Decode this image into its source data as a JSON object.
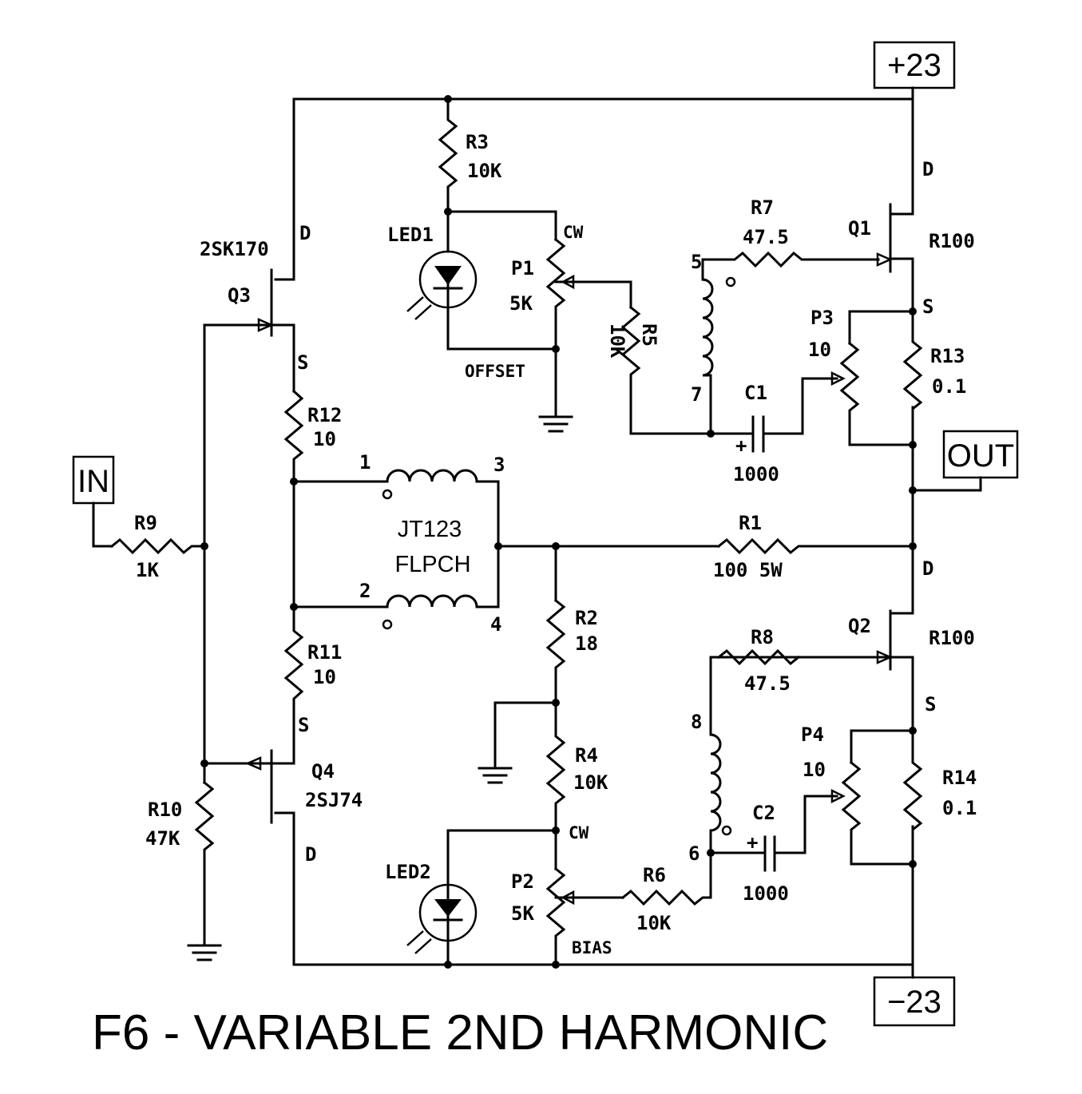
{
  "title": "F6 - VARIABLE 2ND HARMONIC",
  "rails": {
    "positive": "+23",
    "negative": "−23"
  },
  "ports": {
    "input": "IN",
    "output": "OUT"
  },
  "transformer": {
    "name": "JT123",
    "type": "FLPCH",
    "pins": [
      "1",
      "2",
      "3",
      "4",
      "5",
      "6",
      "7",
      "8"
    ]
  },
  "components": {
    "r1": {
      "ref": "R1",
      "value": "100 5W"
    },
    "r2": {
      "ref": "R2",
      "value": "18"
    },
    "r3": {
      "ref": "R3",
      "value": "10K"
    },
    "r4": {
      "ref": "R4",
      "value": "10K"
    },
    "r5": {
      "ref": "R5",
      "value": "10K"
    },
    "r6": {
      "ref": "R6",
      "value": "10K"
    },
    "r7": {
      "ref": "R7",
      "value": "47.5"
    },
    "r8": {
      "ref": "R8",
      "value": "47.5"
    },
    "r9": {
      "ref": "R9",
      "value": "1K"
    },
    "r10": {
      "ref": "R10",
      "value": "47K"
    },
    "r11": {
      "ref": "R11",
      "value": "10"
    },
    "r12": {
      "ref": "R12",
      "value": "10"
    },
    "r13": {
      "ref": "R13",
      "value": "0.1"
    },
    "r14": {
      "ref": "R14",
      "value": "0.1"
    },
    "p1": {
      "ref": "P1",
      "value": "5K"
    },
    "p2": {
      "ref": "P2",
      "value": "5K"
    },
    "p3": {
      "ref": "P3",
      "value": "10"
    },
    "p4": {
      "ref": "P4",
      "value": "10"
    },
    "c1": {
      "ref": "C1",
      "value": "1000"
    },
    "c2": {
      "ref": "C2",
      "value": "1000"
    },
    "led1": {
      "ref": "LED1"
    },
    "led2": {
      "ref": "LED2"
    },
    "q1": {
      "ref": "Q1",
      "part": "R100"
    },
    "q2": {
      "ref": "Q2",
      "part": "R100"
    },
    "q3": {
      "ref": "Q3",
      "part": "2SK170"
    },
    "q4": {
      "ref": "Q4",
      "part": "2SJ74"
    }
  },
  "pin_labels": {
    "drain": "D",
    "source": "S",
    "clockwise": "CW",
    "polarity": "+"
  },
  "adjust_labels": {
    "offset": "OFFSET",
    "bias": "BIAS"
  }
}
